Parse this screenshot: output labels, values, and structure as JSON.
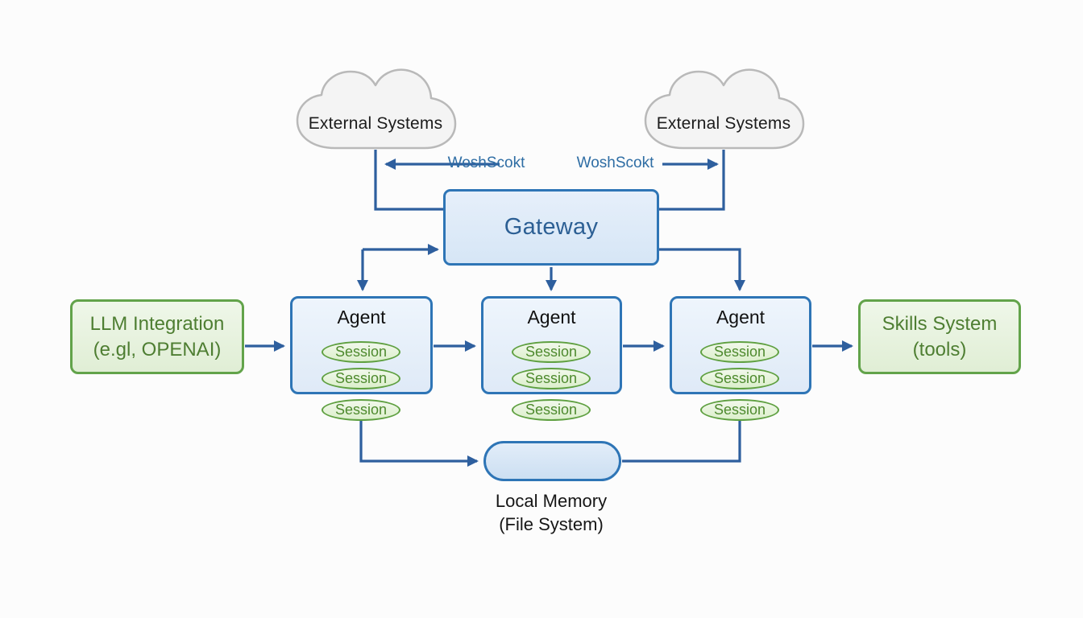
{
  "clouds": {
    "left_label": "External Systems",
    "right_label": "External Systems"
  },
  "links": {
    "left_label": "WoshScokt",
    "right_label": "WoshScokt"
  },
  "gateway": {
    "label": "Gateway"
  },
  "llm": {
    "line1": "LLM Integration",
    "line2": "(e.gl, OPENAI)"
  },
  "skills": {
    "line1": "Skills System",
    "line2": "(tools)"
  },
  "agents": [
    {
      "label": "Agent",
      "sessions": [
        "Session",
        "Session",
        "Session"
      ]
    },
    {
      "label": "Agent",
      "sessions": [
        "Session",
        "Session",
        "Session"
      ]
    },
    {
      "label": "Agent",
      "sessions": [
        "Session",
        "Session",
        "Session"
      ]
    }
  ],
  "local_memory": {
    "line1": "Local Memory",
    "line2": "(File System)"
  },
  "colors": {
    "connector_blue": "#2e5f9e",
    "blue_box_border": "#2e75b6",
    "blue_box_fill": "#dbe9f7",
    "green_border": "#62a34a",
    "green_text": "#4e7e32",
    "websocket_text": "#2e6da4",
    "gateway_text": "#2c5f94",
    "cloud_fill": "#f4f4f4",
    "cloud_border": "#b9b9b9",
    "dark_text": "#1c1c1c"
  }
}
